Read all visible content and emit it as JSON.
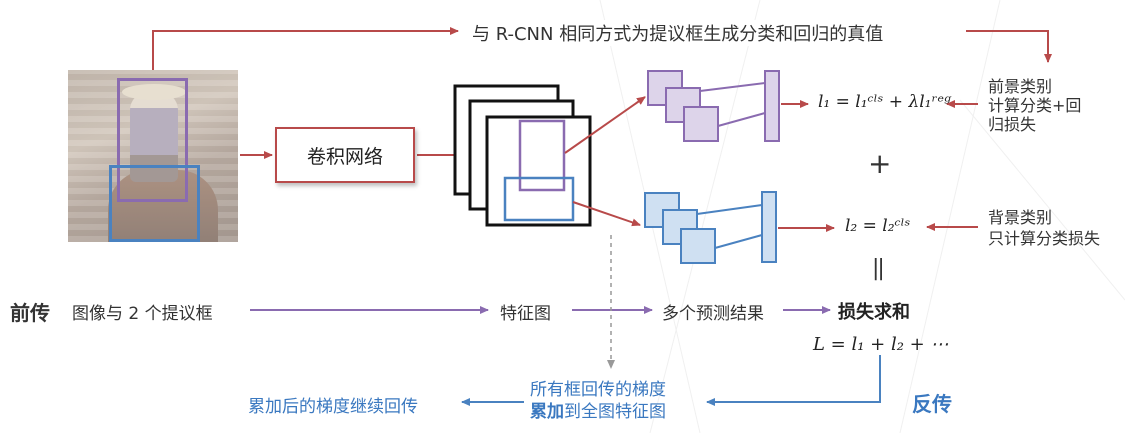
{
  "top_note": "与 R-CNN 相同方式为提议框生成分类和回归的真值",
  "conv_net": "卷积网络",
  "foreground_note": [
    "前景类别",
    "计算分类+回",
    "归损失"
  ],
  "background_note": [
    "背景类别",
    "只计算分类损失"
  ],
  "loss1": "l₁ = l₁ᶜˡˢ + λl₁ʳᵉᵍ",
  "loss2": "l₂ = l₂ᶜˡˢ",
  "plus_sign": "+",
  "equals_sign": "||",
  "forward_label": "前传",
  "forward_input": "图像与 2 个提议框",
  "feature_map": "特征图",
  "predictions": "多个预测结果",
  "loss_sum": "损失求和",
  "total_loss": "L = l₁ + l₂ + ⋯",
  "backward_label": "反传",
  "grad_line1": "所有框回传的梯度",
  "grad_bold": "累加",
  "grad_line2_rest": "到全图特征图",
  "grad_continue": "累加后的梯度继续回传",
  "colors": {
    "red": "#b84a4a",
    "purple": "#8a6bb0",
    "purple_fill": "#ddd4ea",
    "blue": "#4a82c0",
    "blue_fill": "#cfe0f2",
    "blue_text": "#3a78c0",
    "gray": "#999999"
  }
}
